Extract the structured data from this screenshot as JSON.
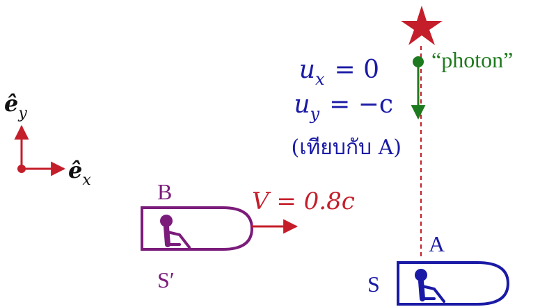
{
  "colors": {
    "axis": "#c41e2a",
    "velocity": "#c41e2a",
    "star": "#c41e2a",
    "photon": "#1e7a1e",
    "ship_b": "#7b1c7b",
    "ship_a": "#1a1aa6",
    "label_blue": "#1a1aa6"
  },
  "axes": {
    "ey_label": "ê",
    "ey_sub": "y",
    "ex_label": "ê",
    "ex_sub": "x"
  },
  "photon": {
    "ux_text": "u",
    "ux_sub": "x",
    "ux_eq": "= 0",
    "uy_text": "u",
    "uy_sub": "y",
    "uy_eq": "= −c",
    "relative_note": "(เทียบกับ A)",
    "label": "“photon”"
  },
  "ship_b": {
    "name": "B",
    "frame": "S′",
    "velocity_label": "V = 0.8c"
  },
  "ship_a": {
    "name": "A",
    "frame": "S"
  },
  "icons": [
    "star-icon",
    "person-icon",
    "arrow-icon"
  ]
}
